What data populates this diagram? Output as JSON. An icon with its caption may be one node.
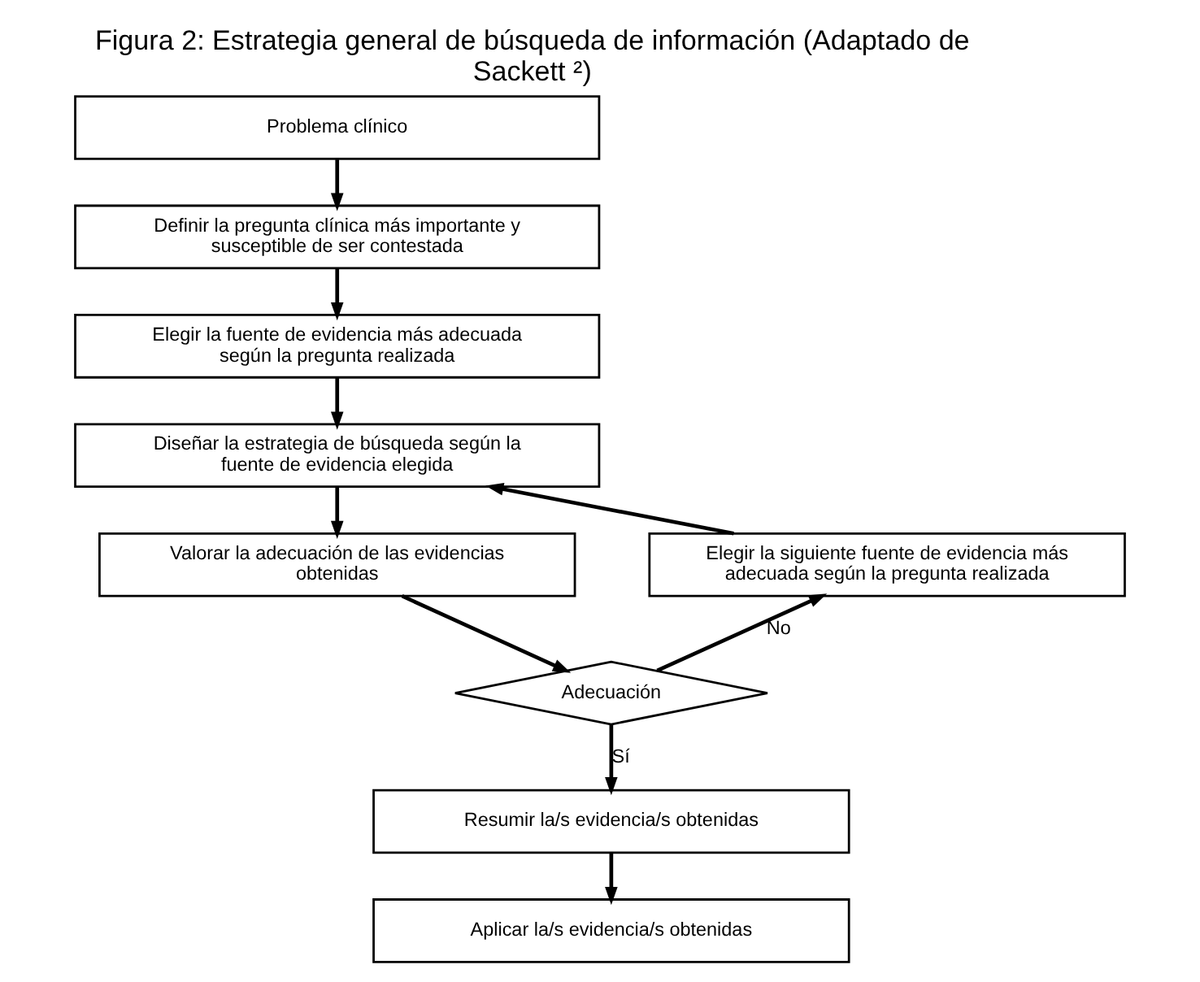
{
  "diagram": {
    "title": "Figura 2: Estrategia general de búsqueda de información (Adaptado de Sackett ²)",
    "nodes": [
      {
        "text": [
          "Problema clínico"
        ]
      },
      {
        "text": [
          "Definir la pregunta clínica más importante y susceptible de ser contestada"
        ]
      },
      {
        "text": [
          "Elegir la fuente de evidencia más adecuada según la pregunta realizada"
        ]
      },
      {
        "text": [
          "Diseñar la estrategia de búsqueda según la fuente de evidencia elegida"
        ]
      },
      {
        "text": [
          "Valorar la adecuación de las evidencias obtenidas"
        ]
      },
      {
        "text": [
          "Adecuación"
        ]
      },
      {
        "text": [
          "Elegir la siguiente fuente de evidencia más adecuada según la pregunta realizada"
        ]
      },
      {
        "text": [
          "Resumir la/s evidencia/s obtenidas"
        ]
      },
      {
        "text": [
          "Aplicar la/s evidencia/s obtenidas"
        ]
      }
    ],
    "edges": [
      {
        "from": 0,
        "to": 1,
        "arrow": "to"
      },
      {
        "from": 1,
        "to": 2,
        "arrow": "to"
      },
      {
        "from": 2,
        "to": 3,
        "arrow": "to"
      },
      {
        "from": 3,
        "to": 4,
        "arrow": "to"
      },
      {
        "from": 4,
        "to": 5,
        "arrow": "to"
      },
      {
        "from": 5,
        "to": 6,
        "arrow": "to",
        "label": "No"
      },
      {
        "from": 6,
        "to": 3,
        "arrow": "to"
      },
      {
        "from": 5,
        "to": 7,
        "arrow": "to",
        "label": "Sí"
      },
      {
        "from": 7,
        "to": 8,
        "arrow": "to"
      }
    ]
  }
}
